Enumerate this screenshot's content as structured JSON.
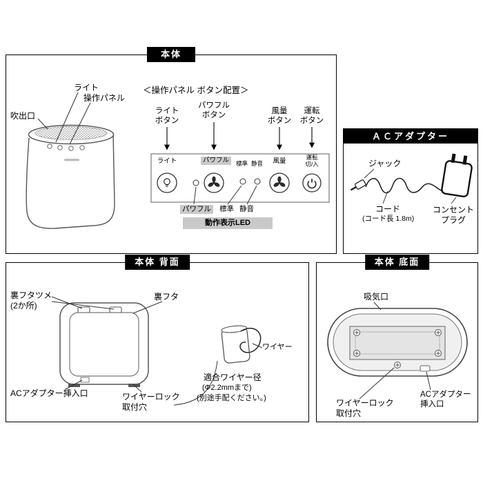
{
  "main": {
    "title": "本体",
    "device": {
      "air_outlet": "吹出口",
      "light": "ライト",
      "control_panel": "操作パネル"
    },
    "layout": {
      "heading": "＜操作パネル ボタン配置＞",
      "callout_light": "ライト\nボタン",
      "callout_powerful": "パワフル\nボタン",
      "callout_airflow": "風量\nボタン",
      "callout_power": "運転\nボタン",
      "btn_light": "ライト",
      "btn_powerful": "パワフル",
      "btn_standard": "標準",
      "btn_quiet": "静音",
      "btn_airflow": "風量",
      "btn_power": "運転\n切/入",
      "led_powerful": "パワフル",
      "led_standard": "標準",
      "led_quiet": "静音",
      "led_caption": "動作表示LED"
    }
  },
  "adapter": {
    "title": "ＡＣアダプター",
    "jack": "ジャック",
    "cord": "コード",
    "cord_length": "(コード長 1.8m)",
    "plug": "コンセント\nプラグ"
  },
  "back": {
    "title": "本体 背面",
    "cover_tabs": "裏フタツメ\n(2か所)",
    "cover": "裏フタ",
    "ac_inlet": "ACアダプター挿入口",
    "wire_lock": "ワイヤーロック\n取付穴",
    "wire": "ワイヤー",
    "wire_note_1": "適合ワイヤー径",
    "wire_note_2": "(Φ2.2mmまで)",
    "wire_note_3": "(別途手配ください。)"
  },
  "bottom": {
    "title": "本体 底面",
    "air_intake": "吸気口",
    "ac_inlet": "ACアダプター\n挿入口",
    "wire_lock": "ワイヤーロック\n取付穴"
  }
}
